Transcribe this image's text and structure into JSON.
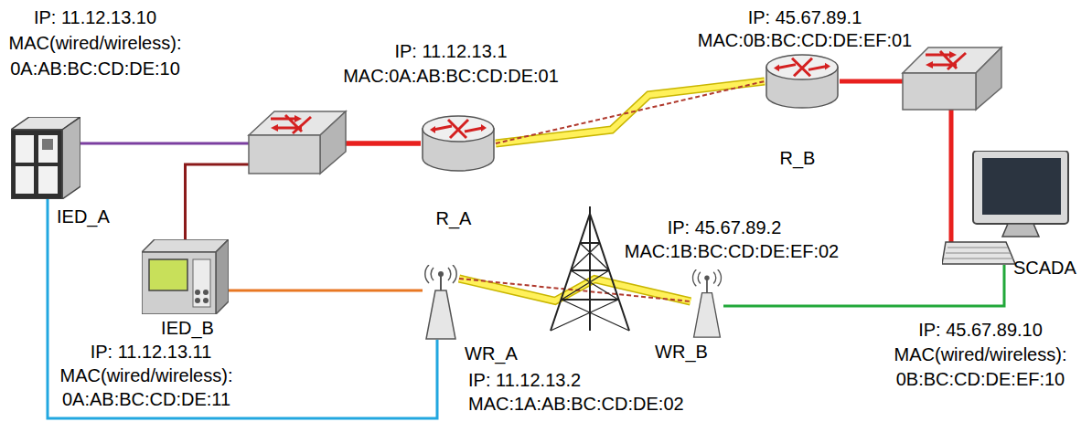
{
  "diagram": {
    "nodes": [
      {
        "text": [
          "IP: 11.12.13.10",
          "MAC(wired/wireless):",
          "0A:AB:BC:CD:DE:10",
          "IED_A"
        ]
      },
      {
        "text": [
          "IP: 11.12.13.1",
          "MAC:0A:AB:BC:CD:DE:01",
          "R_A"
        ]
      },
      {
        "text": [
          "IP: 45.67.89.1",
          "MAC:0B:BC:CD:DE:EF:01",
          "R_B"
        ]
      },
      {
        "text": [
          "SCADA",
          "IP: 45.67.89.10",
          "MAC(wired/wireless):",
          "0B:BC:CD:DE:EF:10"
        ]
      },
      {
        "text": [
          "IED_B",
          "IP: 11.12.13.11",
          "MAC(wired/wireless):",
          "0A:AB:BC:CD:DE:11"
        ]
      },
      {
        "text": [
          "WR_A",
          "IP: 11.12.13.2",
          "MAC:1A:AB:BC:CD:DE:02"
        ]
      },
      {
        "text": [
          "IP: 45.67.89.2",
          "MAC:1B:BC:CD:DE:EF:02",
          "WR_B"
        ]
      }
    ],
    "edges": [
      {
        "from": 0,
        "to": 1,
        "arrow": "none"
      },
      {
        "from": 4,
        "to": 1,
        "arrow": "none"
      },
      {
        "from": 1,
        "to": 2,
        "arrow": "none"
      },
      {
        "from": 2,
        "to": 3,
        "arrow": "none"
      },
      {
        "from": 4,
        "to": 5,
        "arrow": "none"
      },
      {
        "from": 0,
        "to": 5,
        "arrow": "none"
      },
      {
        "from": 5,
        "to": 6,
        "arrow": "none"
      },
      {
        "from": 6,
        "to": 3,
        "arrow": "none"
      }
    ]
  }
}
